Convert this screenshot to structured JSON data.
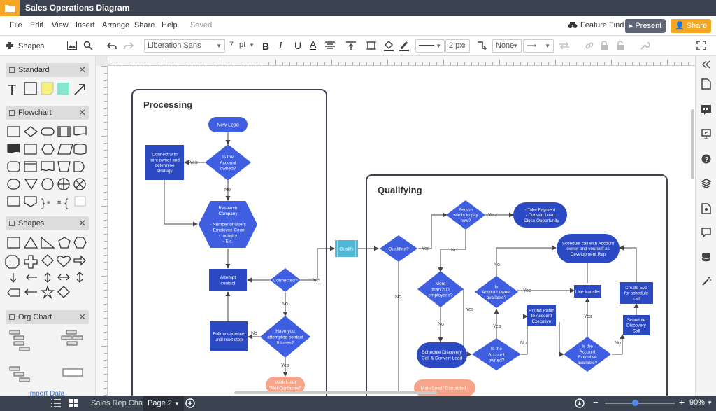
{
  "app": {
    "document_title": "Sales Operations Diagram",
    "status": "Saved"
  },
  "menu": [
    "File",
    "Edit",
    "View",
    "Insert",
    "Arrange",
    "Share",
    "Help"
  ],
  "header_buttons": {
    "feature_find": "Feature Find",
    "present": "Present",
    "share": "Share"
  },
  "toolbar": {
    "font_family": "Liberation Sans",
    "font_size": "7",
    "font_unit": "pt",
    "line_width": "2 px",
    "line_end": "None"
  },
  "left_panel": {
    "title": "Shapes",
    "sections": [
      "Standard",
      "Flowchart",
      "Shapes",
      "Org Chart"
    ],
    "partial_label": "Import Data"
  },
  "bottom": {
    "tabs": [
      "Sales Rep Chart",
      "Page 2"
    ],
    "zoom": "90%"
  },
  "diagram": {
    "containers": {
      "processing": "Processing",
      "qualifying": "Qualifying"
    },
    "nodes": {
      "new_lead": "New Lead",
      "account_owned_q": [
        "Is the",
        "Account",
        "owned?"
      ],
      "connect_owner": [
        "Connect with",
        "joint owner and",
        "determine",
        "strategy"
      ],
      "research_company": [
        "Research",
        "Company",
        "",
        "- Number of Users",
        "- Employee Count",
        "- Industry",
        "- Etc."
      ],
      "attempt_contact": [
        "Attempt",
        "contact"
      ],
      "connected_q": [
        "Connected?"
      ],
      "follow_cadence": [
        "Follow cadence",
        "until next step"
      ],
      "attempted_9_q": [
        "Have you",
        "attempted contact",
        "9 times?"
      ],
      "mark_lead_1": [
        "Mark Lead",
        "\"Not Contacted\""
      ],
      "qualify": "Qualify",
      "qualified_q": [
        "Qualified?"
      ],
      "person_pay_q": [
        "Person",
        "wants to pay",
        "now?"
      ],
      "take_payment": [
        "- Take Payment",
        "- Convert Lead",
        "- Close Opportunity"
      ],
      "more_200_q": [
        "More",
        "than 200",
        "employees?"
      ],
      "account_owner_avail_q": [
        "Is",
        "Account owner",
        "available?"
      ],
      "schedule_call_ae": [
        "Schedule call with Account",
        "owner and yourself as",
        "Development Rep"
      ],
      "live_transfer": [
        "Live transfer"
      ],
      "create_eve": [
        "Create Eve",
        "for schedule",
        "call"
      ],
      "round_robin": [
        "Round Robin",
        "to Account",
        "Executive"
      ],
      "schedule_discovery_call": [
        "Schedule",
        "Discovery",
        "Call"
      ],
      "schedule_discovery_convert": [
        "Schedule Discovery",
        "Call & Convert Lead"
      ],
      "account_owned_q2": [
        "Is the",
        "Account",
        "owned?"
      ],
      "ae_available_q": [
        "Is the",
        "Account",
        "Executive",
        "available?"
      ],
      "mark_lead_2": [
        "Mark Lead \"Contacted -"
      ]
    },
    "edge_labels": {
      "yes": "Yes",
      "no": "No"
    },
    "colors": {
      "node_blue": "#3f5fe0",
      "node_dark": "#2c49c4",
      "qualify_teal": "#4eb8d6",
      "lead_orange": "#f7a58a",
      "container_border": "#3b4350"
    }
  }
}
